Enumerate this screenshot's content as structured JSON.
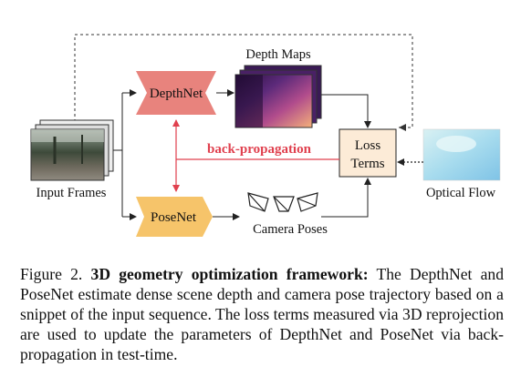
{
  "figure": {
    "input_label": "Input Frames",
    "depthnet_label": "DepthNet",
    "posenet_label": "PoseNet",
    "depth_maps_label": "Depth Maps",
    "camera_poses_label": "Camera Poses",
    "loss_line1": "Loss",
    "loss_line2": "Terms",
    "backprop_label": "back-propagation",
    "optical_flow_label": "Optical Flow",
    "colors": {
      "depthnet_fill": "#e8837d",
      "posenet_fill": "#f6c46a",
      "loss_fill": "#fcebd7",
      "backprop": "#e0404e"
    }
  },
  "caption": {
    "prefix": "Figure 2.",
    "title": "3D geometry optimization framework:",
    "body": "The DepthNet and PoseNet estimate dense scene depth and camera pose trajectory based on a snippet of the input sequence. The loss terms measured via 3D reprojection are used to update the parameters of DepthNet and PoseNet via back-propagation in test-time."
  }
}
